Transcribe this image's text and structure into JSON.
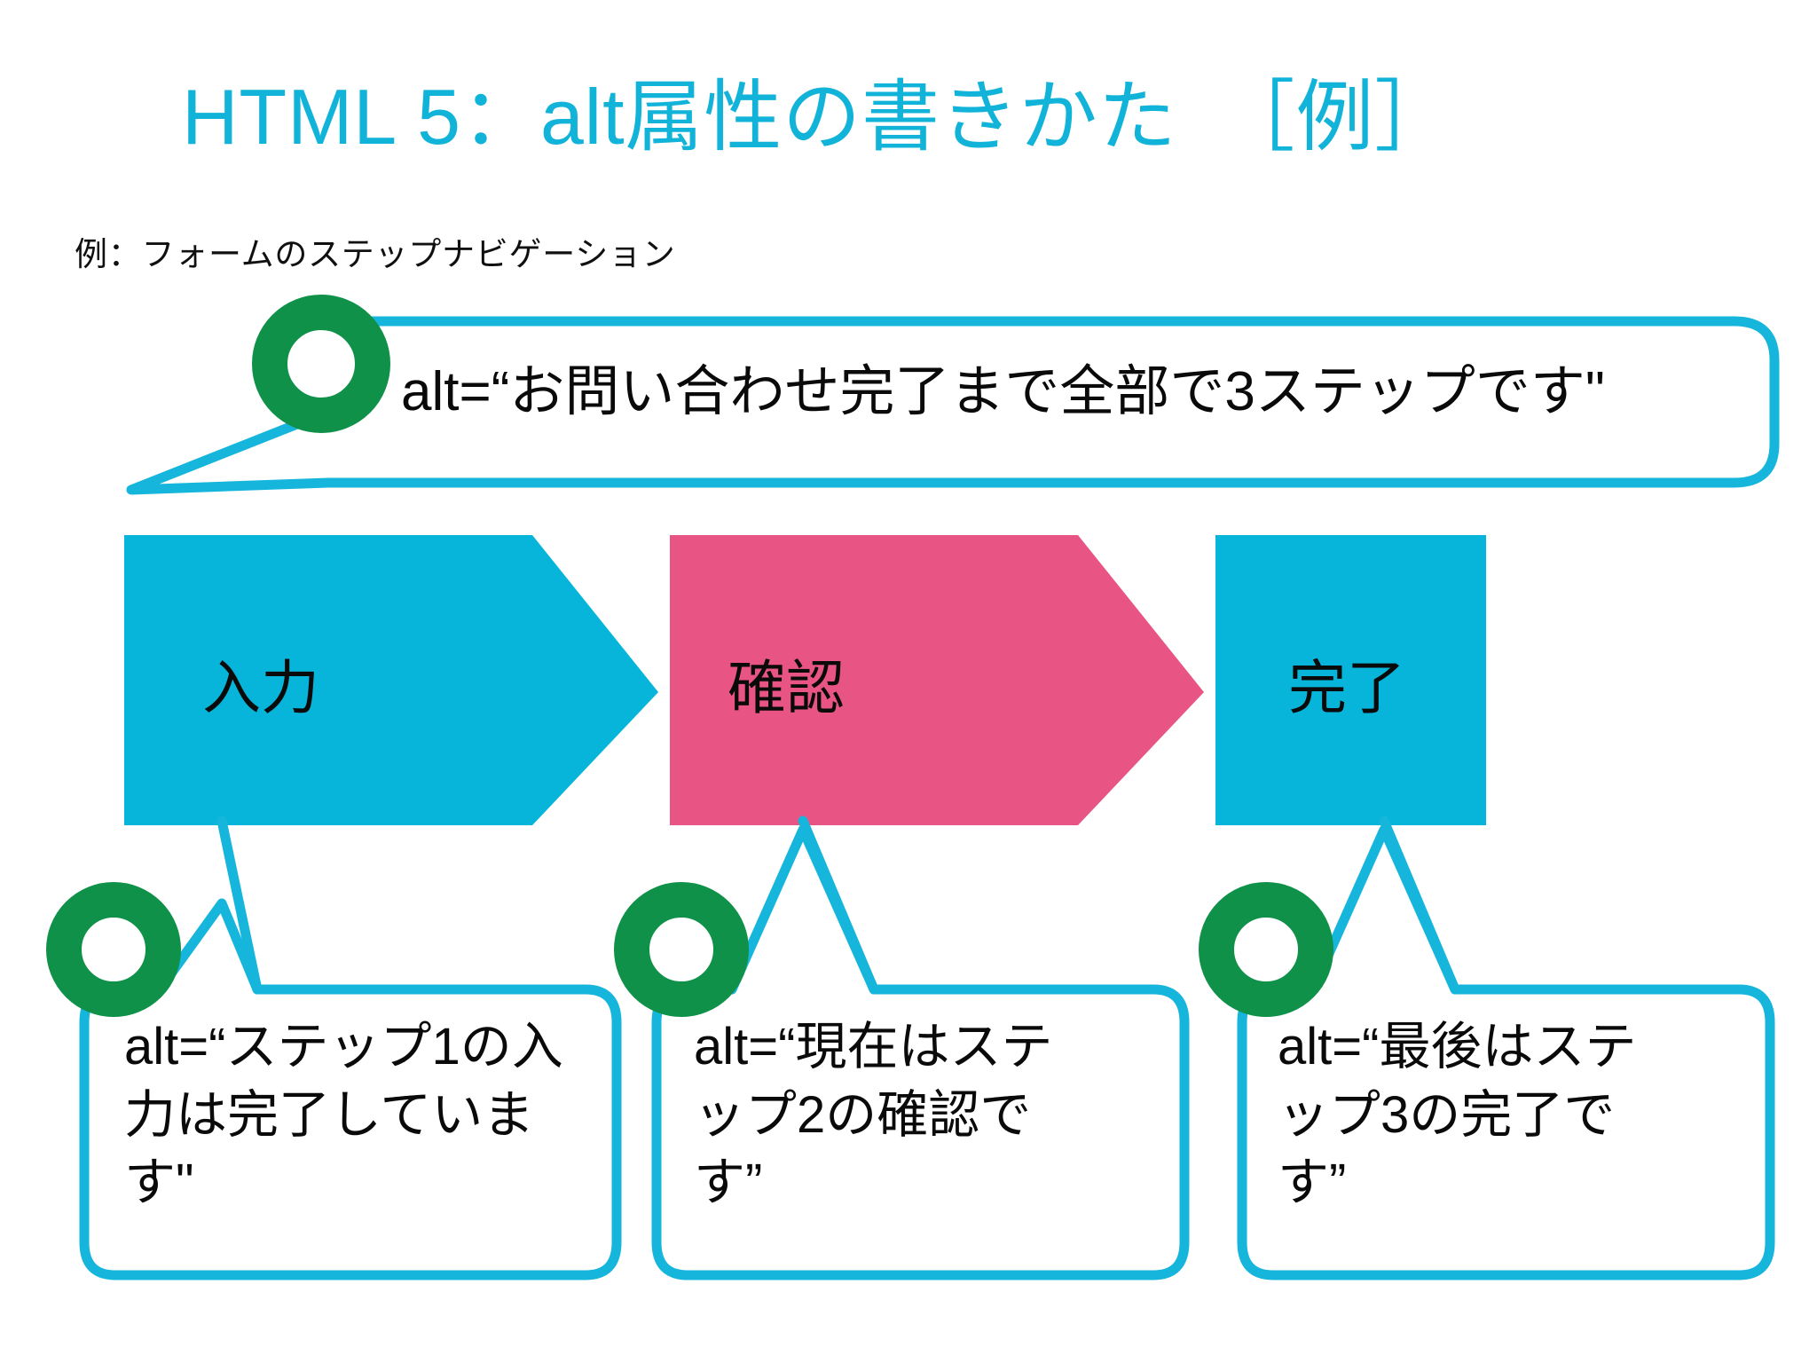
{
  "slide": {
    "background_color": "#ffffff",
    "title": "HTML 5：alt属性の書きかた　［例］",
    "title_color": "#12B3D8",
    "subtitle": "例：フォームのステップナビゲーション"
  },
  "palette": {
    "cyan": "#06B5D9",
    "cyan_stroke": "#16B6DC",
    "pink": "#E85585",
    "green_ring": "#0F9149",
    "text": "#0a0a0a"
  },
  "main_callout": {
    "text": "alt=“お問い合わせ完了まで全部で3ステップです\"",
    "marker_icon": "green-ring-icon"
  },
  "steps": [
    {
      "label": "入力",
      "shape": "arrow-right",
      "color": "#06B5D9"
    },
    {
      "label": "確認",
      "shape": "arrow-right",
      "color": "#E85585"
    },
    {
      "label": "完了",
      "shape": "rectangle",
      "color": "#06B5D9"
    }
  ],
  "step_callouts": [
    {
      "text": "alt=“ステップ1の入力は完了しています\"",
      "marker_icon": "green-ring-icon"
    },
    {
      "text": "alt=“現在はステップ2の確認です”",
      "marker_icon": "green-ring-icon"
    },
    {
      "text": "alt=“最後はステップ3の完了です”",
      "marker_icon": "green-ring-icon"
    }
  ]
}
